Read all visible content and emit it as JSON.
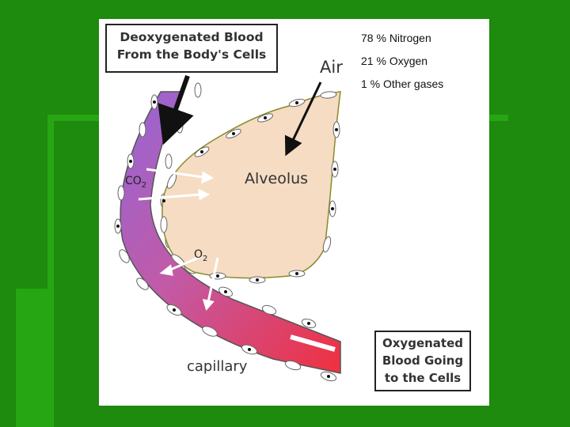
{
  "box_deoxy": {
    "line1": "Deoxygenated Blood",
    "line2": "From the Body's Cells"
  },
  "box_oxy": {
    "line1": "Oxygenated",
    "line2": "Blood Going",
    "line3": "to the Cells"
  },
  "labels": {
    "air": "Air",
    "alveolus": "Alveolus",
    "capillary": "capillary",
    "co2": "CO",
    "co2_sub": "2",
    "o2": "O",
    "o2_sub": "2"
  },
  "air_composition": [
    {
      "percent": "78 %",
      "gas": "Nitrogen"
    },
    {
      "percent": "21 %",
      "gas": "Oxygen"
    },
    {
      "percent": "1 %",
      "gas": "Other gases"
    }
  ],
  "colors": {
    "background": "#1e8a0e",
    "alveolus_fill": "#f5dcc3",
    "vessel_start": "#9466d6",
    "vessel_end": "#f0303f"
  }
}
